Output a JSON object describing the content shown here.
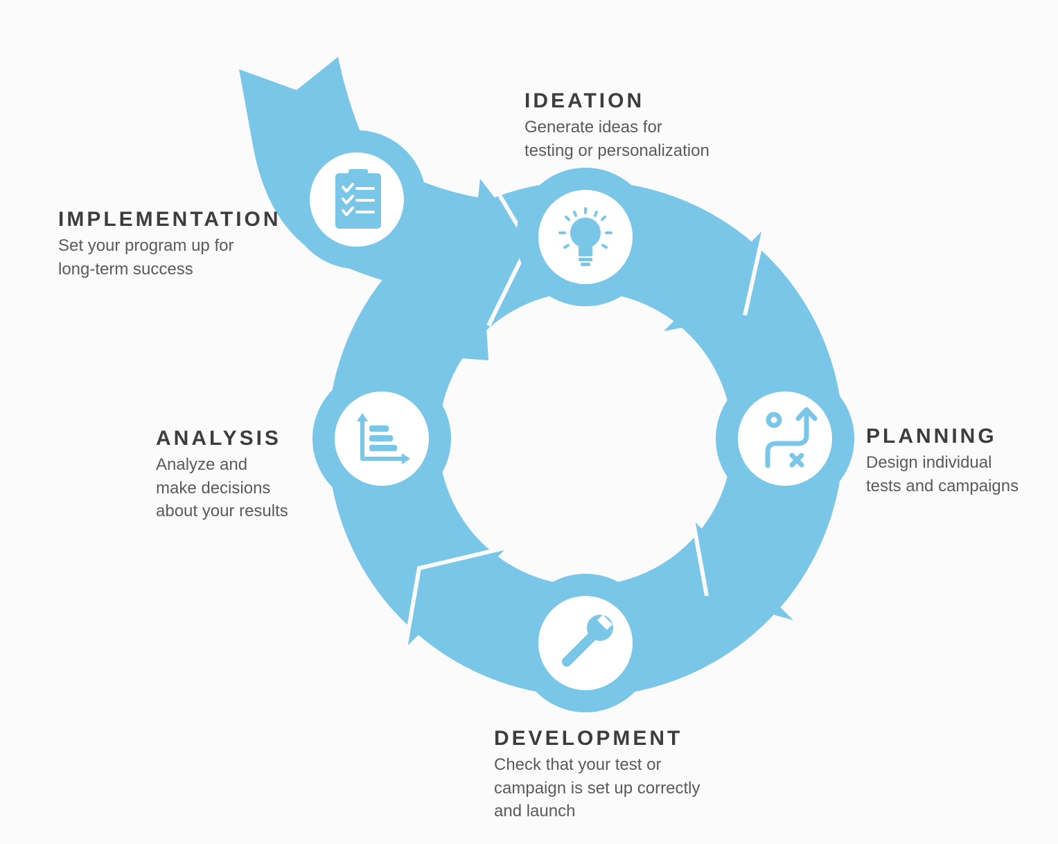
{
  "colors": {
    "band": "#7ac6e8",
    "circle_fill": "#ffffff",
    "background": "#fbfbfc"
  },
  "stages": {
    "implementation": {
      "title": "IMPLEMENTATION",
      "lines": [
        "Set your program up for",
        "long-term success"
      ],
      "icon": "checklist-icon"
    },
    "ideation": {
      "title": "IDEATION",
      "lines": [
        "Generate ideas for",
        "testing or personalization"
      ],
      "icon": "lightbulb-icon"
    },
    "planning": {
      "title": "PLANNING",
      "lines": [
        "Design individual",
        "tests and campaigns"
      ],
      "icon": "route-plan-icon"
    },
    "development": {
      "title": "DEVELOPMENT",
      "lines": [
        "Check that your test or",
        "campaign is set up correctly",
        "and launch"
      ],
      "icon": "wrench-icon"
    },
    "analysis": {
      "title": "ANALYSIS",
      "lines": [
        "Analyze and",
        "make decisions",
        "about your results"
      ],
      "icon": "bar-chart-icon"
    }
  }
}
